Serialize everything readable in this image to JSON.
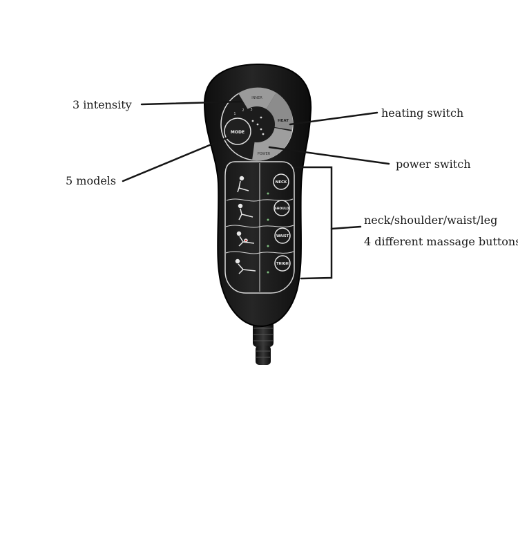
{
  "annotations": {
    "intensity": "3 intensity",
    "heating": "heating switch",
    "power": "power switch",
    "models": "5 models",
    "neck": "neck/shoulder/waist/leg",
    "four_buttons": "4 different massage buttons"
  },
  "remote": {
    "dial": {
      "top_label": "INNER",
      "heat_label": "HEAT",
      "mode_label": "MODE",
      "power_label": "POWER",
      "levels": [
        "1",
        "2",
        "3"
      ]
    },
    "buttons": [
      {
        "label": "NECK"
      },
      {
        "label": "SHOULD"
      },
      {
        "label": "WAIST"
      },
      {
        "label": "THIGH"
      }
    ]
  },
  "colors": {
    "body": "#1b1b1b",
    "panel_gray": "#9e9e9e",
    "outline": "#d9d9d9",
    "annotation_line": "#151515"
  }
}
